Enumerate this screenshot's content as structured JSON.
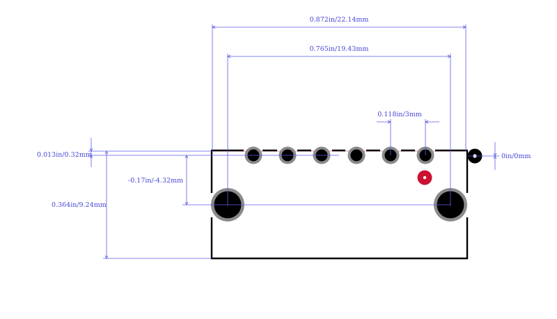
{
  "dimensions": {
    "overall_width": "0.872in/22.14mm",
    "mount_pitch": "0.765in/19.43mm",
    "pin_pitch": "0.118in/3mm",
    "top_offset": "0.013in/0.32mm",
    "mount_offset": "-0.17in/-4.32mm",
    "body_depth": "0.364in/9.24mm",
    "origin": "0in/0mm"
  },
  "colors": {
    "dimension": "#4646d8",
    "outline": "#000000",
    "pad_ring": "#8a8a8a",
    "pad_hole": "#000000",
    "pin1_marker": "#cc1133",
    "origin_marker": "#000000"
  },
  "pads": {
    "signal_count": 6,
    "mounting_count": 2
  }
}
